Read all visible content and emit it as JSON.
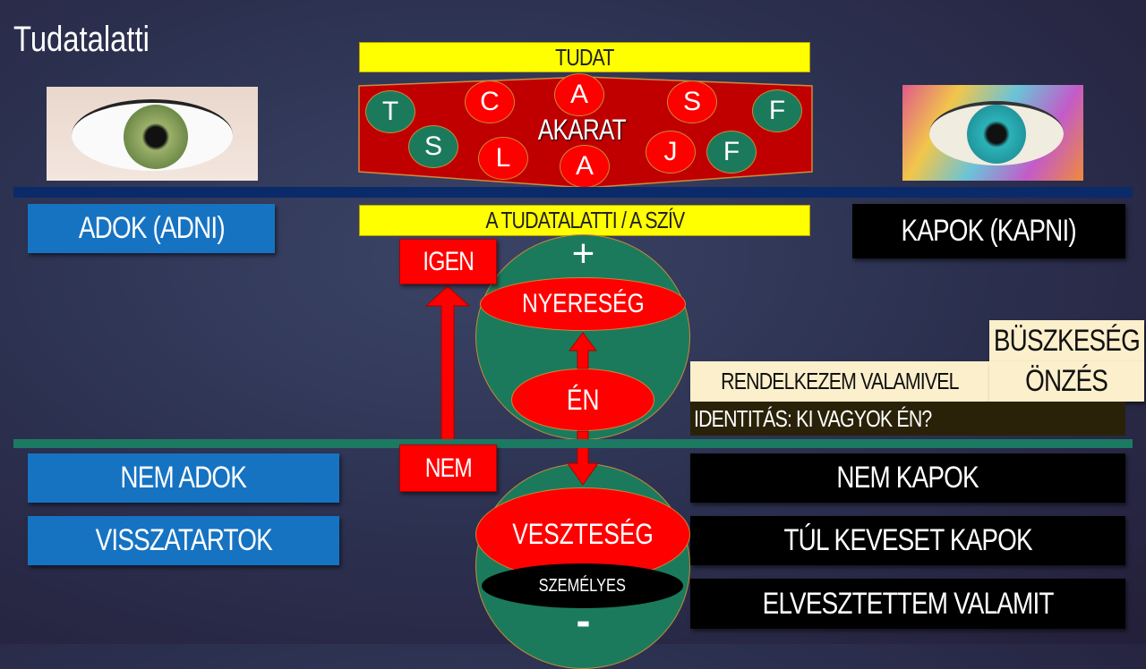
{
  "title": "Tudatalatti",
  "top": {
    "tudat": "TUDAT",
    "akarat": "AKARAT",
    "letters": [
      {
        "t": "T",
        "c": "green"
      },
      {
        "t": "S",
        "c": "green"
      },
      {
        "t": "C",
        "c": "red"
      },
      {
        "t": "L",
        "c": "red"
      },
      {
        "t": "A",
        "c": "red"
      },
      {
        "t": "A",
        "c": "red"
      },
      {
        "t": "S",
        "c": "red"
      },
      {
        "t": "J",
        "c": "red"
      },
      {
        "t": "F",
        "c": "green"
      },
      {
        "t": "F",
        "c": "green"
      }
    ],
    "tudatalatti": "A TUDATALATTI / A SZÍV"
  },
  "left": {
    "adok": "ADOK (ADNI)",
    "nem_adok": "NEM ADOK",
    "visszatartok": "VISSZATARTOK"
  },
  "right": {
    "kapok": "KAPOK (KAPNI)",
    "buszkeseg": "BÜSZKESÉG",
    "onzes": "ÖNZÉS",
    "rendelkezem": "RENDELKEZEM VALAMIVEL",
    "identitas": "IDENTITÁS: KI VAGYOK ÉN?",
    "nem_kapok": "NEM KAPOK",
    "tul_keveset": "TÚL KEVESET KAPOK",
    "elvesztettem": "ELVESZTETTEM VALAMIT"
  },
  "center": {
    "igen": "IGEN",
    "nem": "NEM",
    "plus": "+",
    "minus": "-",
    "nyereseg": "NYERESÉG",
    "en": "ÉN",
    "veszteseg": "VESZTESÉG",
    "szemelyes": "SZEMÉLYES"
  },
  "colors": {
    "blue": "#1673c2",
    "yellow": "#ffff00",
    "red": "#ff0000",
    "green": "#1c7a5c",
    "line_blue": "#0b2a6a",
    "line_green": "#1d7a62"
  }
}
